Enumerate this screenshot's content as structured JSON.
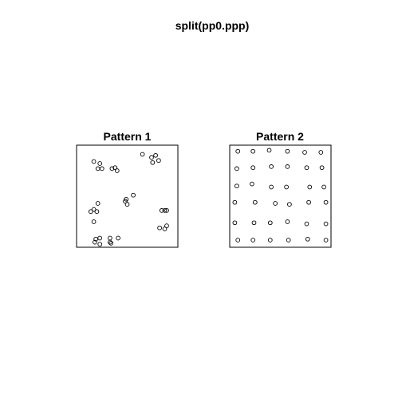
{
  "title": "split(pp0.ppp)",
  "colors": {
    "points": "#000000",
    "frame": "#000000",
    "background": "#ffffff"
  },
  "chart_data": [
    {
      "type": "scatter",
      "title": "Pattern 1",
      "xlim": [
        0,
        1
      ],
      "ylim": [
        0,
        1
      ],
      "marker": "open-circle",
      "x": [
        0.17,
        0.23,
        0.21,
        0.25,
        0.35,
        0.38,
        0.4,
        0.65,
        0.74,
        0.78,
        0.81,
        0.75,
        0.48,
        0.56,
        0.49,
        0.5,
        0.21,
        0.17,
        0.14,
        0.2,
        0.17,
        0.84,
        0.87,
        0.89,
        0.82,
        0.87,
        0.89,
        0.19,
        0.23,
        0.18,
        0.33,
        0.33,
        0.34,
        0.41,
        0.23
      ],
      "y": [
        0.84,
        0.82,
        0.77,
        0.77,
        0.77,
        0.78,
        0.75,
        0.91,
        0.88,
        0.9,
        0.85,
        0.83,
        0.45,
        0.51,
        0.47,
        0.42,
        0.43,
        0.37,
        0.35,
        0.35,
        0.25,
        0.36,
        0.36,
        0.36,
        0.19,
        0.18,
        0.21,
        0.08,
        0.09,
        0.05,
        0.09,
        0.05,
        0.04,
        0.09,
        0.03
      ]
    },
    {
      "type": "scatter",
      "title": "Pattern 2",
      "xlim": [
        0,
        1
      ],
      "ylim": [
        0,
        1
      ],
      "marker": "open-circle",
      "x": [
        0.08,
        0.23,
        0.39,
        0.57,
        0.74,
        0.9,
        0.07,
        0.23,
        0.41,
        0.57,
        0.76,
        0.91,
        0.07,
        0.22,
        0.41,
        0.56,
        0.79,
        0.93,
        0.05,
        0.25,
        0.45,
        0.59,
        0.78,
        0.95,
        0.05,
        0.24,
        0.4,
        0.57,
        0.76,
        0.95,
        0.08,
        0.23,
        0.4,
        0.58,
        0.77,
        0.95
      ],
      "y": [
        0.94,
        0.94,
        0.95,
        0.94,
        0.93,
        0.93,
        0.77,
        0.78,
        0.79,
        0.79,
        0.78,
        0.78,
        0.6,
        0.62,
        0.59,
        0.59,
        0.59,
        0.59,
        0.44,
        0.44,
        0.43,
        0.42,
        0.44,
        0.44,
        0.24,
        0.24,
        0.24,
        0.25,
        0.23,
        0.23,
        0.07,
        0.07,
        0.07,
        0.07,
        0.08,
        0.07
      ]
    }
  ]
}
